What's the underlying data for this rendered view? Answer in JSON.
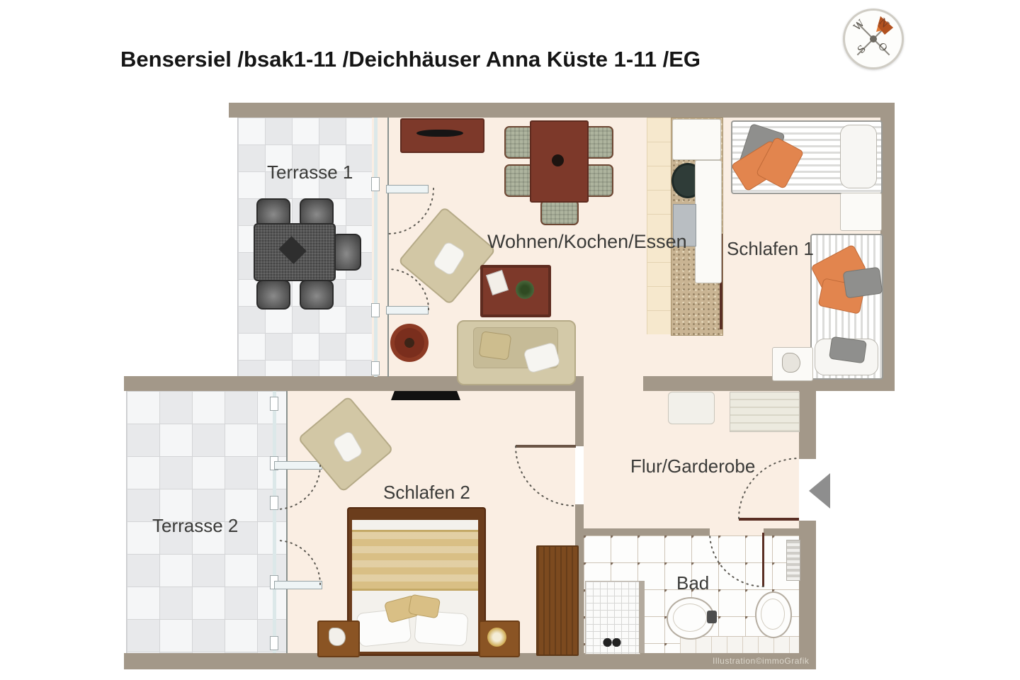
{
  "title": "Bensersiel /bsak1-11 /Deichhäuser Anna Küste 1-11 /EG",
  "rooms": {
    "terrasse1": "Terrasse 1",
    "wohnen": "Wohnen/Kochen/Essen",
    "schlafen1": "Schlafen 1",
    "terrasse2": "Terrasse 2",
    "schlafen2": "Schlafen 2",
    "flur": "Flur/Garderobe",
    "bad": "Bad"
  },
  "compass": {
    "n": "N",
    "o": "O",
    "s": "S",
    "w": "W"
  },
  "attribution": "Illustration©immoGrafik",
  "colors": {
    "wall": "#a39889",
    "cream": "#faeee3",
    "label": "#3a3a38",
    "wood": "#7d392a",
    "wood-dark": "#5e2b1f",
    "wood-mid": "#7c4a1f",
    "beige": "#d2c7a5",
    "orange": "#e2854e",
    "greyp": "#8f8f8d",
    "glassline": "#8a928f"
  }
}
